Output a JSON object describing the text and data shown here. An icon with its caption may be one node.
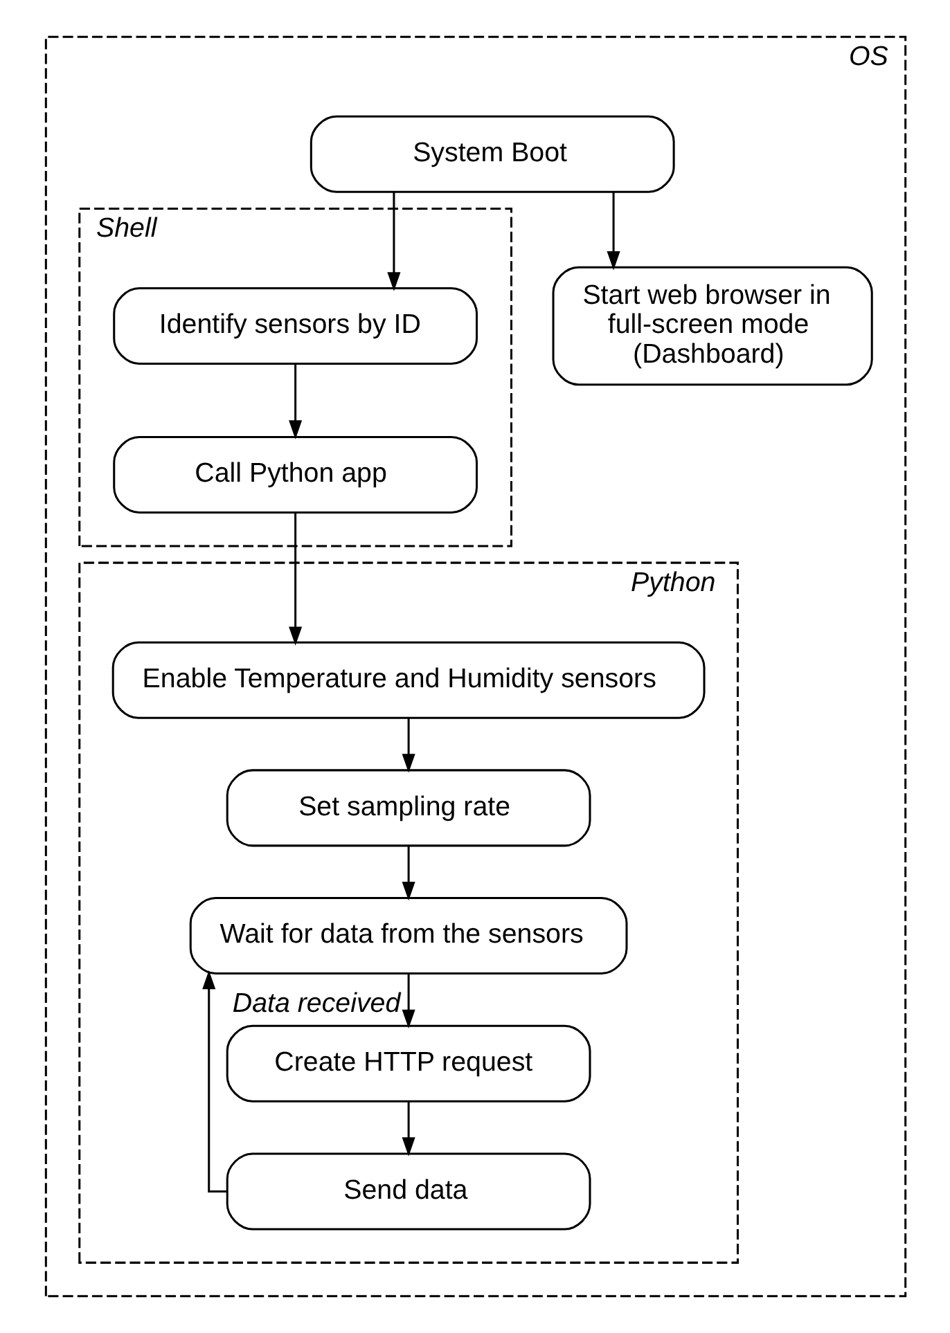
{
  "diagram": {
    "nodes": [
      {
        "text": [
          "OS"
        ]
      },
      {
        "text": [
          "System Boot"
        ],
        "in": 0
      },
      {
        "text": [
          "Shell"
        ],
        "in": 0
      },
      {
        "text": [
          "Identify sensors by ID"
        ],
        "in": 2
      },
      {
        "text": [
          "Call Python app"
        ],
        "in": 2
      },
      {
        "text": [
          "Start web browser in full-screen mode (Dashboard)"
        ],
        "in": 0
      },
      {
        "text": [
          "Python"
        ],
        "in": 0
      },
      {
        "text": [
          "Enable Temperature and Humidity sensors"
        ],
        "in": 6
      },
      {
        "text": [
          "Set sampling rate"
        ],
        "in": 6
      },
      {
        "text": [
          "Wait for data from the sensors"
        ],
        "in": 6
      },
      {
        "text": [
          "Create HTTP request"
        ],
        "in": 6
      },
      {
        "text": [
          "Send data"
        ],
        "in": 6
      }
    ],
    "edges": [
      {
        "from": 1,
        "to": 3,
        "arrow": "to"
      },
      {
        "from": 1,
        "to": 5,
        "arrow": "to"
      },
      {
        "from": 3,
        "to": 4,
        "arrow": "to"
      },
      {
        "from": 4,
        "to": 7,
        "arrow": "to"
      },
      {
        "from": 7,
        "to": 8,
        "arrow": "to"
      },
      {
        "from": 8,
        "to": 9,
        "arrow": "to"
      },
      {
        "from": 9,
        "to": 10,
        "arrow": "to",
        "label": "Data received"
      },
      {
        "from": 10,
        "to": 11,
        "arrow": "to"
      },
      {
        "from": 11,
        "to": 9,
        "arrow": "to"
      }
    ]
  }
}
